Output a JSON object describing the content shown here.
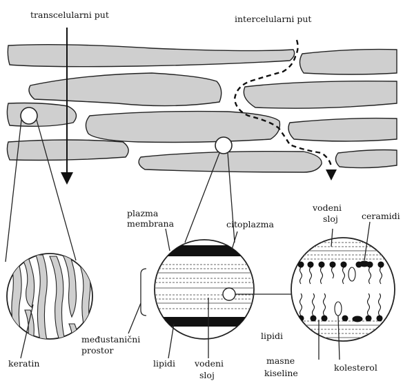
{
  "labels": {
    "transcellular": "transcelularni put",
    "intercellular": "intercelularni put",
    "plasma_membrane_1": "plazma",
    "plasma_membrane_2": "membrana",
    "cytoplasm": "citoplazma",
    "water_layer_top_1": "vodeni",
    "water_layer_top_2": "sloj",
    "ceramides": "ceramidi",
    "intercellular_space_1": "međustanični",
    "intercellular_space_2": "prostor",
    "keratin": "keratin",
    "lipids_mid": "lipidi",
    "water_layer_bottom_1": "vodeni",
    "water_layer_bottom_2": "sloj",
    "lipids_right": "lipidi",
    "fatty_acids_1": "masne",
    "fatty_acids_2": "kiseline",
    "cholesterol": "kolesterol"
  },
  "colors": {
    "cell_fill": "#cfcfcf",
    "outline": "#222222",
    "band": "#111111"
  }
}
